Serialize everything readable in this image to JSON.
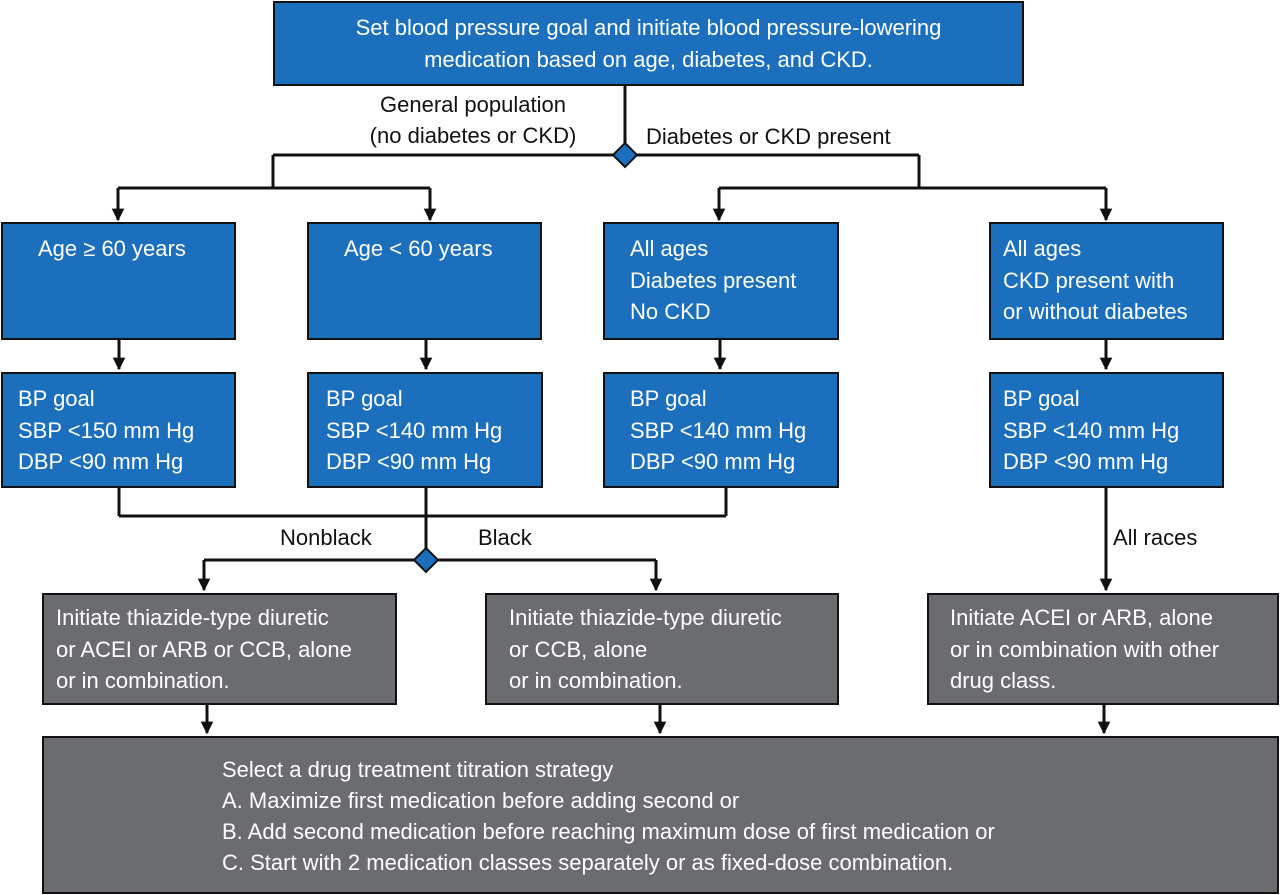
{
  "top_box": {
    "lines": [
      "Set blood pressure goal and initiate blood pressure-lowering",
      "medication based on age, diabetes, and CKD."
    ]
  },
  "branch_labels": {
    "general_population": [
      "General population",
      "(no diabetes or CKD)"
    ],
    "diabetes_ckd": "Diabetes or CKD present",
    "nonblack": "Nonblack",
    "black": "Black",
    "all_races": "All races"
  },
  "population_boxes": [
    {
      "lines": [
        "Age ≥ 60 years"
      ]
    },
    {
      "lines": [
        "Age < 60 years"
      ]
    },
    {
      "lines": [
        "All ages",
        "Diabetes present",
        "No CKD"
      ]
    },
    {
      "lines": [
        "All ages",
        "CKD present with",
        "or without diabetes"
      ]
    }
  ],
  "goal_boxes": [
    {
      "lines": [
        "BP goal",
        "SBP <150 mm Hg",
        "DBP <90 mm Hg"
      ]
    },
    {
      "lines": [
        "BP goal",
        "SBP <140 mm Hg",
        "DBP <90 mm Hg"
      ]
    },
    {
      "lines": [
        "BP goal",
        "SBP <140 mm Hg",
        "DBP <90 mm Hg"
      ]
    },
    {
      "lines": [
        "BP goal",
        "SBP <140 mm Hg",
        "DBP <90 mm Hg"
      ]
    }
  ],
  "treatment_boxes": [
    {
      "lines": [
        "Initiate thiazide-type diuretic",
        "or ACEI or ARB or CCB, alone",
        "or in combination."
      ]
    },
    {
      "lines": [
        "Initiate thiazide-type diuretic",
        "or CCB, alone",
        "or in combination."
      ]
    },
    {
      "lines": [
        "Initiate ACEI or ARB, alone",
        "or in combination with other",
        "drug class."
      ]
    }
  ],
  "titration_box": {
    "lines": [
      "Select a drug treatment titration strategy",
      "A. Maximize first medication before adding second or",
      "B. Add second medication before reaching maximum dose of first medication or",
      "C. Start with 2 medication classes separately or as fixed-dose combination."
    ]
  },
  "colors": {
    "blue_box": "#1b6fbd",
    "gray_box": "#6b6c70",
    "connector": "#111111"
  }
}
